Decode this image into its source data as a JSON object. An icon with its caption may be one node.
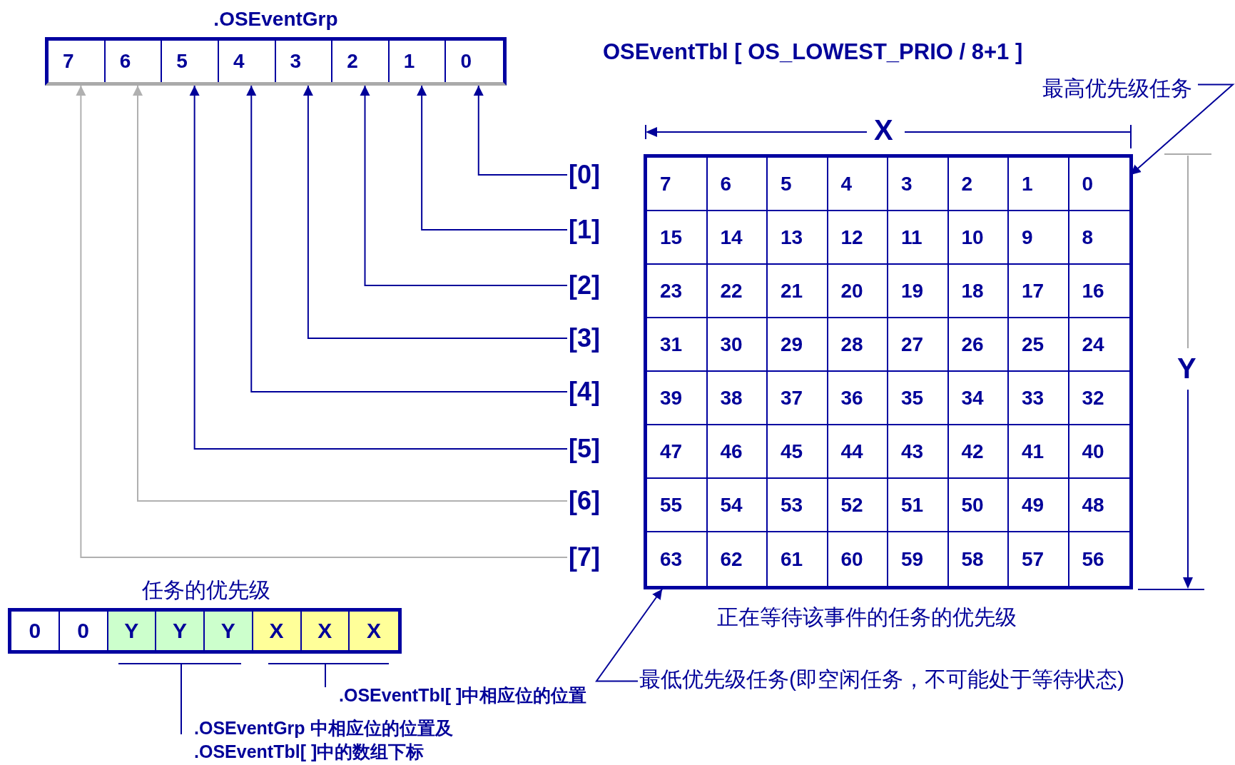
{
  "diagram": {
    "nodes": [
      {
        "text": [
          ".OSEventGrp"
        ]
      },
      {
        "text": [
          "7"
        ],
        "in": 0
      },
      {
        "text": [
          "6"
        ],
        "in": 0
      },
      {
        "text": [
          "5"
        ],
        "in": 0
      },
      {
        "text": [
          "4"
        ],
        "in": 0
      },
      {
        "text": [
          "3"
        ],
        "in": 0
      },
      {
        "text": [
          "2"
        ],
        "in": 0
      },
      {
        "text": [
          "1"
        ],
        "in": 0
      },
      {
        "text": [
          "0"
        ],
        "in": 0
      },
      {
        "text": [
          "[0]"
        ]
      },
      {
        "text": [
          "[1]"
        ]
      },
      {
        "text": [
          "[2]"
        ]
      },
      {
        "text": [
          "[3]"
        ]
      },
      {
        "text": [
          "[4]"
        ]
      },
      {
        "text": [
          "[5]"
        ]
      },
      {
        "text": [
          "[6]"
        ]
      },
      {
        "text": [
          "[7]"
        ]
      },
      {
        "text": [
          "OSEventTbl [ OS_LOWEST_PRIO / 8+1 ]"
        ],
        "beside": [
          "正在等待该事件的任务的优先级"
        ]
      },
      {
        "text": [
          "7"
        ],
        "in": 17
      },
      {
        "text": [
          "6"
        ],
        "in": 17
      },
      {
        "text": [
          "5"
        ],
        "in": 17
      },
      {
        "text": [
          "4"
        ],
        "in": 17
      },
      {
        "text": [
          "3"
        ],
        "in": 17
      },
      {
        "text": [
          "2"
        ],
        "in": 17
      },
      {
        "text": [
          "1"
        ],
        "in": 17
      },
      {
        "text": [
          "0"
        ],
        "in": 17
      },
      {
        "text": [
          "15"
        ],
        "in": 17
      },
      {
        "text": [
          "14"
        ],
        "in": 17
      },
      {
        "text": [
          "13"
        ],
        "in": 17
      },
      {
        "text": [
          "12"
        ],
        "in": 17
      },
      {
        "text": [
          "11"
        ],
        "in": 17
      },
      {
        "text": [
          "10"
        ],
        "in": 17
      },
      {
        "text": [
          "9"
        ],
        "in": 17
      },
      {
        "text": [
          "8"
        ],
        "in": 17
      },
      {
        "text": [
          "23"
        ],
        "in": 17
      },
      {
        "text": [
          "22"
        ],
        "in": 17
      },
      {
        "text": [
          "21"
        ],
        "in": 17
      },
      {
        "text": [
          "20"
        ],
        "in": 17
      },
      {
        "text": [
          "19"
        ],
        "in": 17
      },
      {
        "text": [
          "18"
        ],
        "in": 17
      },
      {
        "text": [
          "17"
        ],
        "in": 17
      },
      {
        "text": [
          "16"
        ],
        "in": 17
      },
      {
        "text": [
          "31"
        ],
        "in": 17
      },
      {
        "text": [
          "30"
        ],
        "in": 17
      },
      {
        "text": [
          "29"
        ],
        "in": 17
      },
      {
        "text": [
          "28"
        ],
        "in": 17
      },
      {
        "text": [
          "27"
        ],
        "in": 17
      },
      {
        "text": [
          "26"
        ],
        "in": 17
      },
      {
        "text": [
          "25"
        ],
        "in": 17
      },
      {
        "text": [
          "24"
        ],
        "in": 17
      },
      {
        "text": [
          "39"
        ],
        "in": 17
      },
      {
        "text": [
          "38"
        ],
        "in": 17
      },
      {
        "text": [
          "37"
        ],
        "in": 17
      },
      {
        "text": [
          "36"
        ],
        "in": 17
      },
      {
        "text": [
          "35"
        ],
        "in": 17
      },
      {
        "text": [
          "34"
        ],
        "in": 17
      },
      {
        "text": [
          "33"
        ],
        "in": 17
      },
      {
        "text": [
          "32"
        ],
        "in": 17
      },
      {
        "text": [
          "47"
        ],
        "in": 17
      },
      {
        "text": [
          "46"
        ],
        "in": 17
      },
      {
        "text": [
          "45"
        ],
        "in": 17
      },
      {
        "text": [
          "44"
        ],
        "in": 17
      },
      {
        "text": [
          "43"
        ],
        "in": 17
      },
      {
        "text": [
          "42"
        ],
        "in": 17
      },
      {
        "text": [
          "41"
        ],
        "in": 17
      },
      {
        "text": [
          "40"
        ],
        "in": 17
      },
      {
        "text": [
          "55"
        ],
        "in": 17
      },
      {
        "text": [
          "54"
        ],
        "in": 17
      },
      {
        "text": [
          "53"
        ],
        "in": 17
      },
      {
        "text": [
          "52"
        ],
        "in": 17
      },
      {
        "text": [
          "51"
        ],
        "in": 17
      },
      {
        "text": [
          "50"
        ],
        "in": 17
      },
      {
        "text": [
          "49"
        ],
        "in": 17
      },
      {
        "text": [
          "48"
        ],
        "in": 17
      },
      {
        "text": [
          "63"
        ],
        "in": 17
      },
      {
        "text": [
          "62"
        ],
        "in": 17
      },
      {
        "text": [
          "61"
        ],
        "in": 17
      },
      {
        "text": [
          "60"
        ],
        "in": 17
      },
      {
        "text": [
          "59"
        ],
        "in": 17
      },
      {
        "text": [
          "58"
        ],
        "in": 17
      },
      {
        "text": [
          "57"
        ],
        "in": 17
      },
      {
        "text": [
          "56"
        ],
        "in": 17
      },
      {
        "text": [
          "最高优先级任务"
        ]
      },
      {
        "text": [
          "最低优先级任务(即空闲任务，不可能处于等待状态)"
        ]
      },
      {
        "text": [
          "任务的优先级"
        ]
      },
      {
        "text": [
          "0"
        ],
        "in": 84
      },
      {
        "text": [
          "0"
        ],
        "in": 84
      },
      {
        "text": [
          "Y"
        ],
        "in": 84
      },
      {
        "text": [
          "Y"
        ],
        "in": 84
      },
      {
        "text": [
          "Y"
        ],
        "in": 84
      },
      {
        "text": [
          "X"
        ],
        "in": 84
      },
      {
        "text": [
          "X"
        ],
        "in": 84
      },
      {
        "text": [
          "X"
        ],
        "in": 84
      }
    ],
    "edges": [
      {
        "from": 9,
        "to": 8,
        "arrow": "to"
      },
      {
        "from": 10,
        "to": 7,
        "arrow": "to"
      },
      {
        "from": 11,
        "to": 6,
        "arrow": "to"
      },
      {
        "from": 12,
        "to": 5,
        "arrow": "to"
      },
      {
        "from": 13,
        "to": 4,
        "arrow": "to"
      },
      {
        "from": 14,
        "to": 3,
        "arrow": "to"
      },
      {
        "from": 15,
        "to": 2,
        "arrow": "to",
        "color": "#b0b0b0"
      },
      {
        "from": 16,
        "to": 1,
        "arrow": "to",
        "color": "#b0b0b0"
      },
      {
        "from": 82,
        "to": 25,
        "arrow": "to"
      },
      {
        "from": 83,
        "to": 74,
        "arrow": "to"
      }
    ],
    "labels": [
      "X",
      "Y",
      ".OSEventTbl[ ]中相应位的位置",
      ".OSEventGrp 中相应位的位置及 .OSEventTbl[ ]中的数组下标"
    ]
  }
}
